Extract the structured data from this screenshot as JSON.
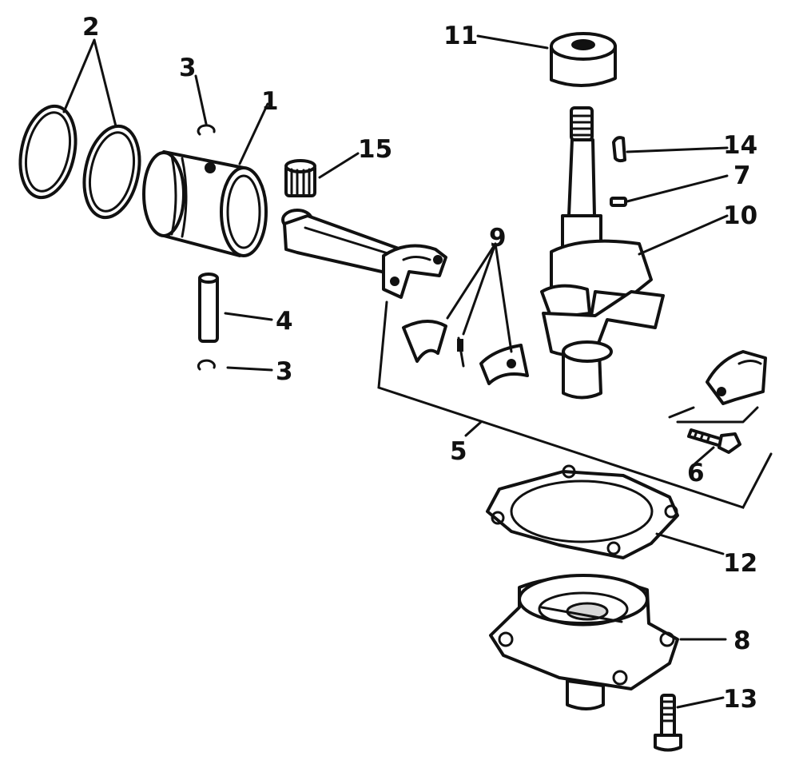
{
  "callouts": {
    "c1": "1",
    "c2": "2",
    "c3a": "3",
    "c3b": "3",
    "c4": "4",
    "c5": "5",
    "c6": "6",
    "c7": "7",
    "c8": "8",
    "c9": "9",
    "c10": "10",
    "c11": "11",
    "c12": "12",
    "c13": "13",
    "c14": "14",
    "c15": "15"
  },
  "colors": {
    "ink": "#111111",
    "paper": "#ffffff"
  }
}
